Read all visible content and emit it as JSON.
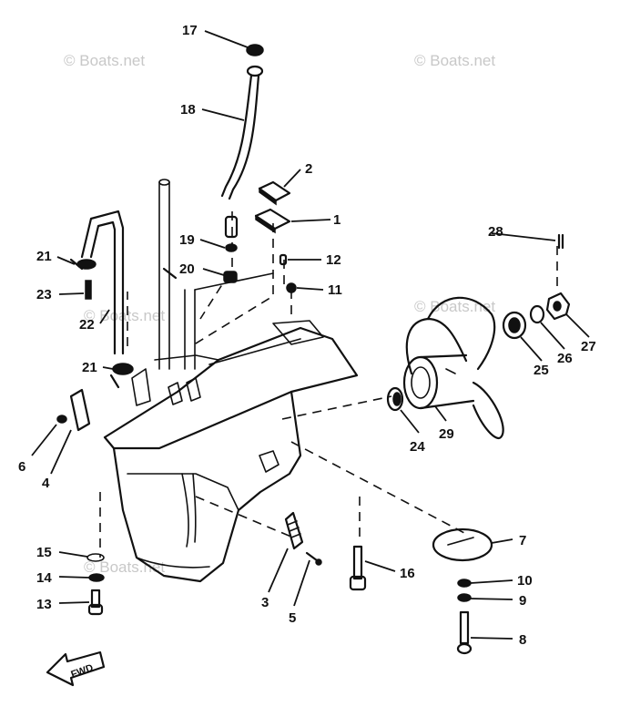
{
  "watermarks": [
    "© Boats.net",
    "© Boats.net",
    "© Boats.net",
    "© Boats.net",
    "© Boats.net"
  ],
  "direction_label": "FWD",
  "callouts": {
    "c1": "1",
    "c2": "2",
    "c3": "3",
    "c4": "4",
    "c5": "5",
    "c6": "6",
    "c7": "7",
    "c8": "8",
    "c9": "9",
    "c10": "10",
    "c11": "11",
    "c12": "12",
    "c13": "13",
    "c14": "14",
    "c15": "15",
    "c16": "16",
    "c17": "17",
    "c18": "18",
    "c19": "19",
    "c20": "20",
    "c21a": "21",
    "c21b": "21",
    "c22": "22",
    "c23": "23",
    "c24": "24",
    "c25": "25",
    "c26": "26",
    "c27": "27",
    "c28": "28",
    "c29": "29"
  }
}
